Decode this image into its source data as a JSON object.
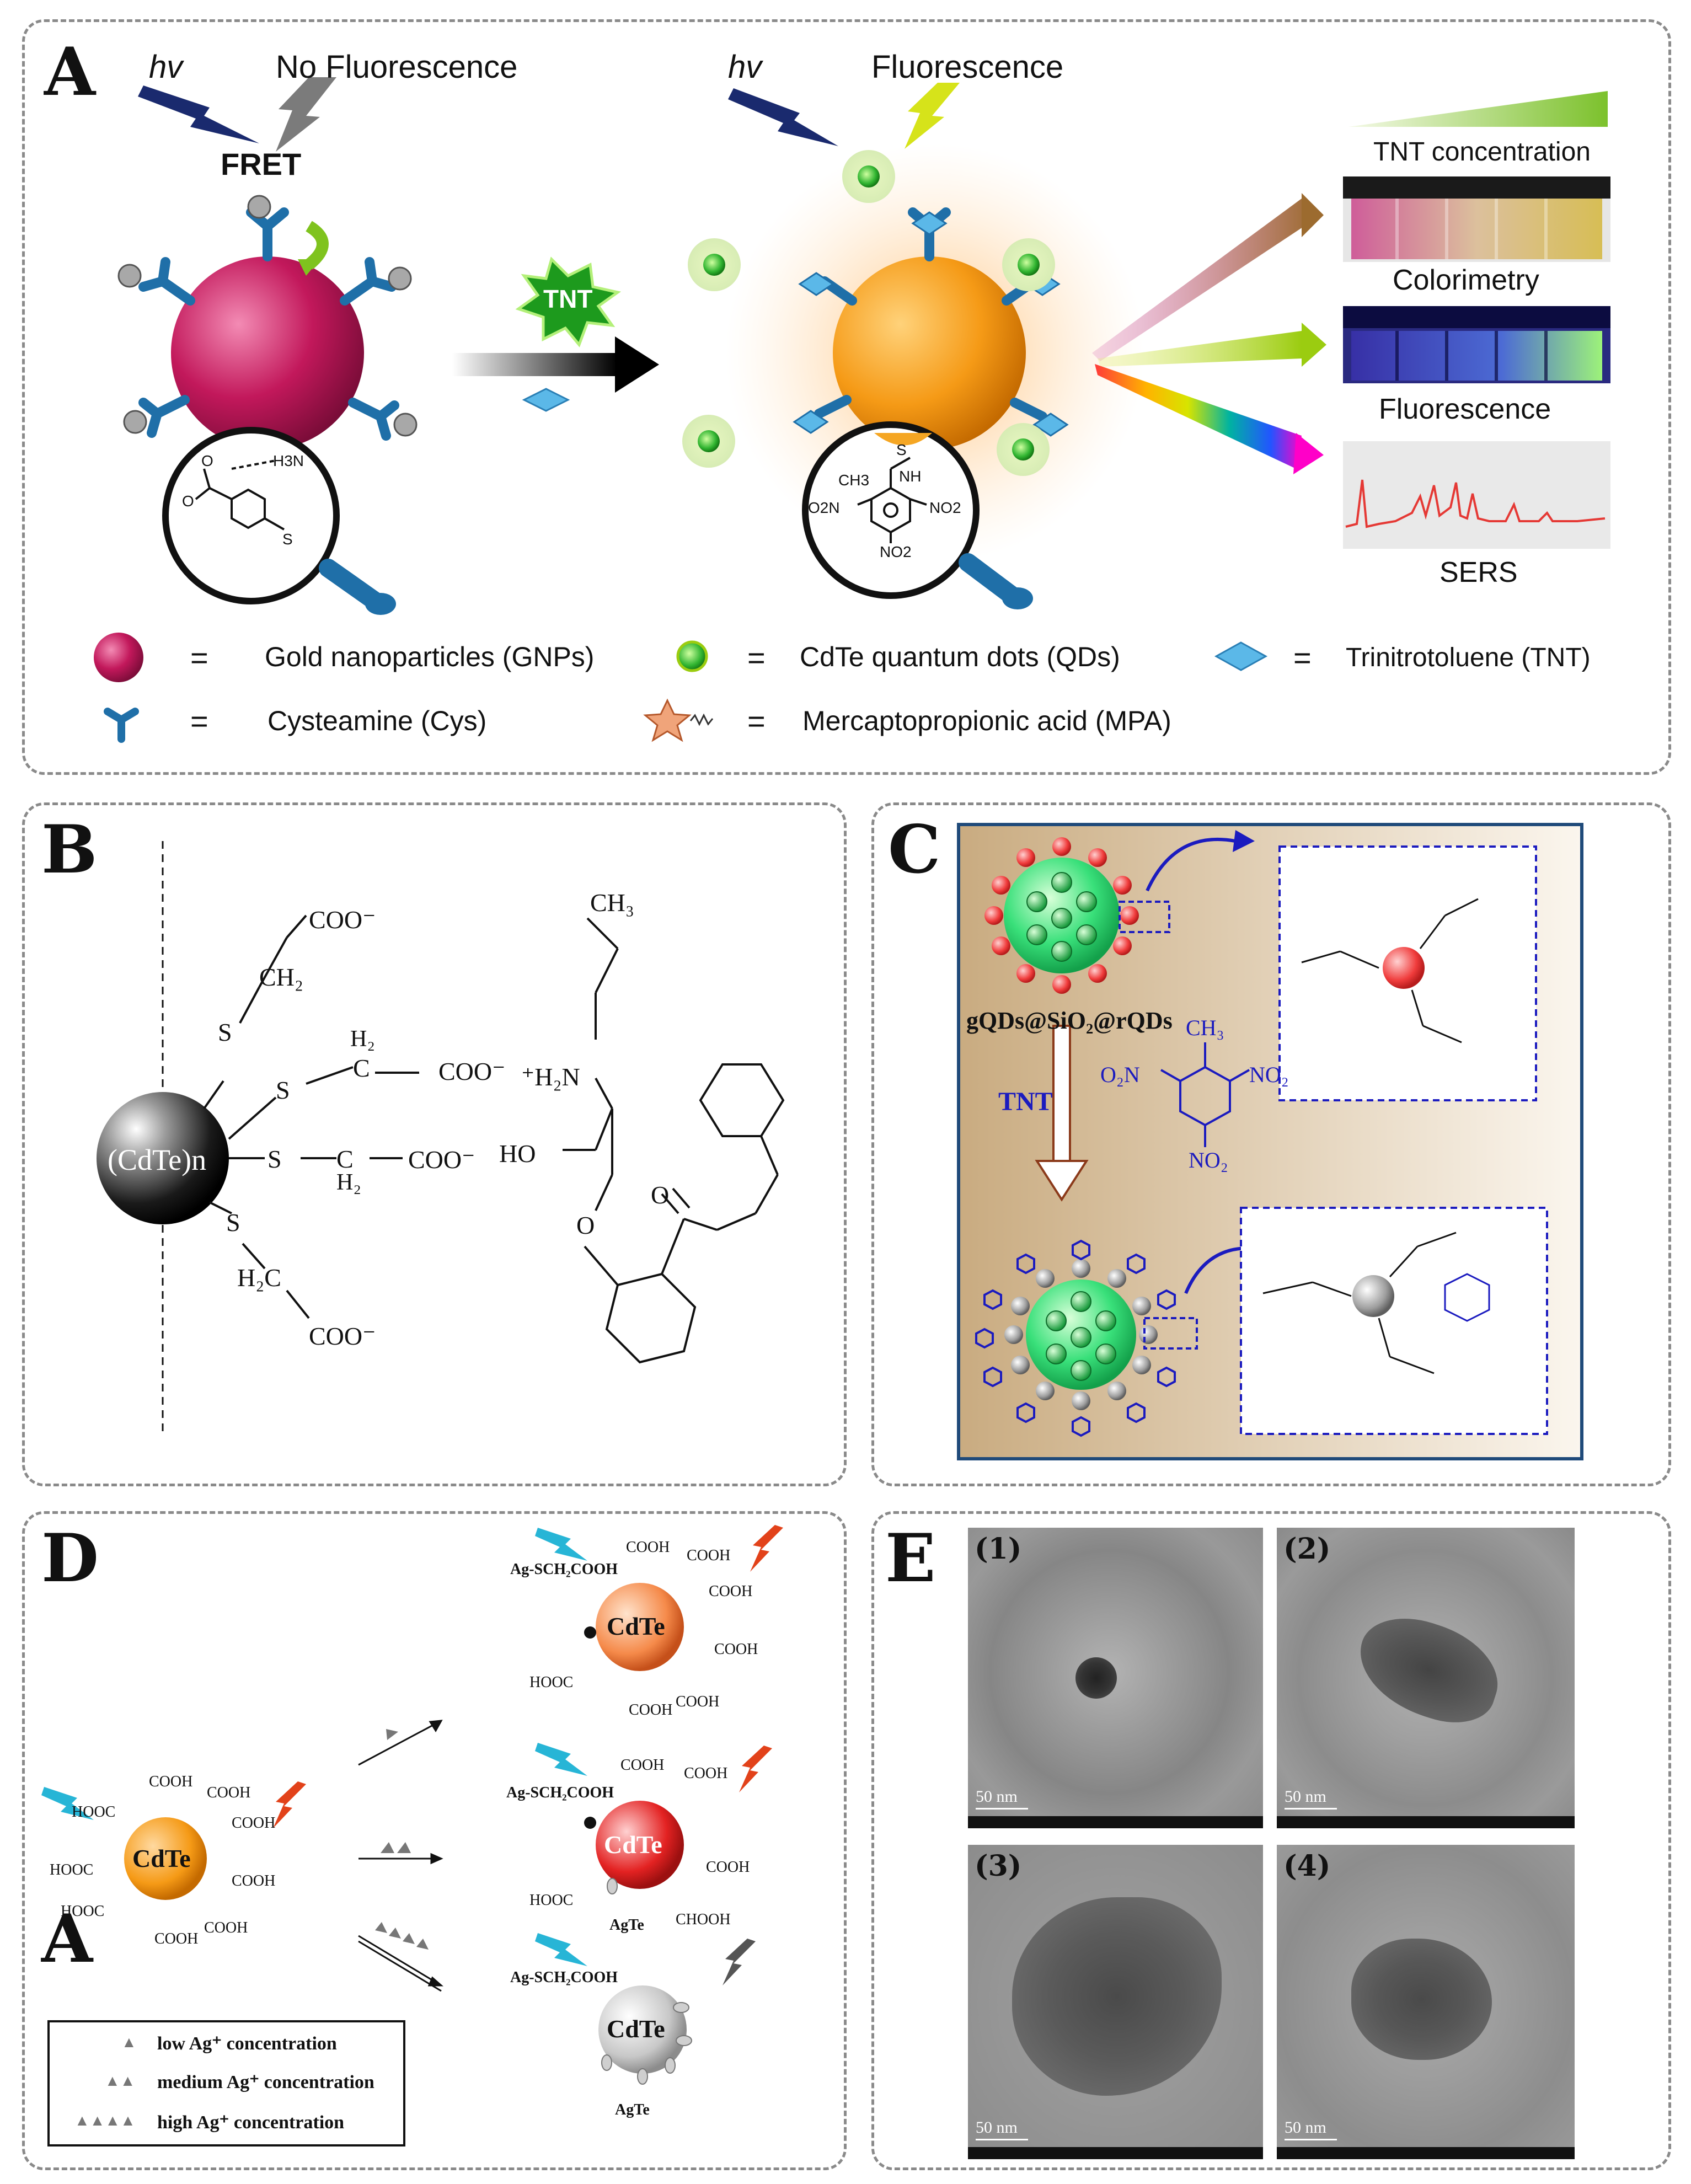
{
  "panels": {
    "A": {
      "label": "A",
      "hv_left": "hv",
      "hv_right": "hv",
      "no_fluorescence": "No Fluorescence",
      "fluorescence_top": "Fluorescence",
      "fret": "FRET",
      "tnt_burst": "TNT",
      "tnt_concentration": "TNT concentration",
      "colorimetry": "Colorimetry",
      "fluorescence_method": "Fluorescence",
      "sers": "SERS",
      "mol_left": [
        "O",
        "H3N",
        "O",
        "S"
      ],
      "mol_right": [
        "S",
        "NH",
        "CH3",
        "O2N",
        "NO2",
        "NO2"
      ],
      "legend": [
        {
          "symbol": "gold-nanoparticle",
          "eq": "=",
          "text": "Gold  nanoparticles (GNPs)"
        },
        {
          "symbol": "quantum-dot",
          "eq": "=",
          "text": "CdTe  quantum dots (QDs)"
        },
        {
          "symbol": "tnt-diamond",
          "eq": "=",
          "text": "Trinitrotoluene (TNT)"
        },
        {
          "symbol": "cysteamine",
          "eq": "=",
          "text": "Cysteamine (Cys)"
        },
        {
          "symbol": "mpa-star",
          "eq": "=",
          "text": "Mercaptopropionic acid (MPA)"
        }
      ]
    },
    "B": {
      "label": "B",
      "core": "(CdTe)n",
      "groups": [
        "COO⁻",
        "CH₂",
        "S",
        "H₂",
        "C",
        "COO⁻",
        "⁺H₂N",
        "S",
        "S",
        "C",
        "H₂",
        "COO⁻",
        "HO",
        "S",
        "H₂C",
        "COO⁻",
        "CH₃",
        "O",
        "O"
      ]
    },
    "C": {
      "label": "C",
      "particle_label": "gQDs@SiO₂@rQDs",
      "tnt": "TNT",
      "tnt_struct": [
        "O₂N",
        "CH₃",
        "NO₂",
        "NO₂"
      ]
    },
    "D": {
      "label": "D",
      "sublabel": "A",
      "core_top": "CdTe",
      "core_mid": "CdTe",
      "core_bottom": "CdTe",
      "core_left": "CdTe",
      "ag_top": "Ag-SCH₂COOH",
      "ag_mid": "Ag-SCH₂COOH",
      "ag_bottom": "Ag-SCH₂COOH",
      "agte_mid": "AgTe",
      "agte_bottom": "AgTe",
      "cooh": "COOH",
      "hooc": "HOOC",
      "chooh": "CHOOH",
      "legend": [
        {
          "symbol": "▲",
          "text": "low Ag⁺ concentration"
        },
        {
          "symbol": "▲▲",
          "text": "medium Ag⁺ concentration"
        },
        {
          "symbol": "▲▲▲▲",
          "text": "high Ag⁺ concentration"
        }
      ]
    },
    "E": {
      "label": "E",
      "images": [
        {
          "index": "(1)",
          "scale": "50 nm"
        },
        {
          "index": "(2)",
          "scale": "50 nm"
        },
        {
          "index": "(3)",
          "scale": "50 nm"
        },
        {
          "index": "(4)",
          "scale": "50 nm"
        }
      ]
    }
  },
  "colors": {
    "gold_np": "#c2185b",
    "qd_orange": "#f5a623",
    "qd_green": "#3ec43e",
    "tnt_blue": "#5bb8e8",
    "linker": "#1f6fa8",
    "panel_border": "#8a8a8a",
    "nitro_blue": "#1b1bbf"
  }
}
